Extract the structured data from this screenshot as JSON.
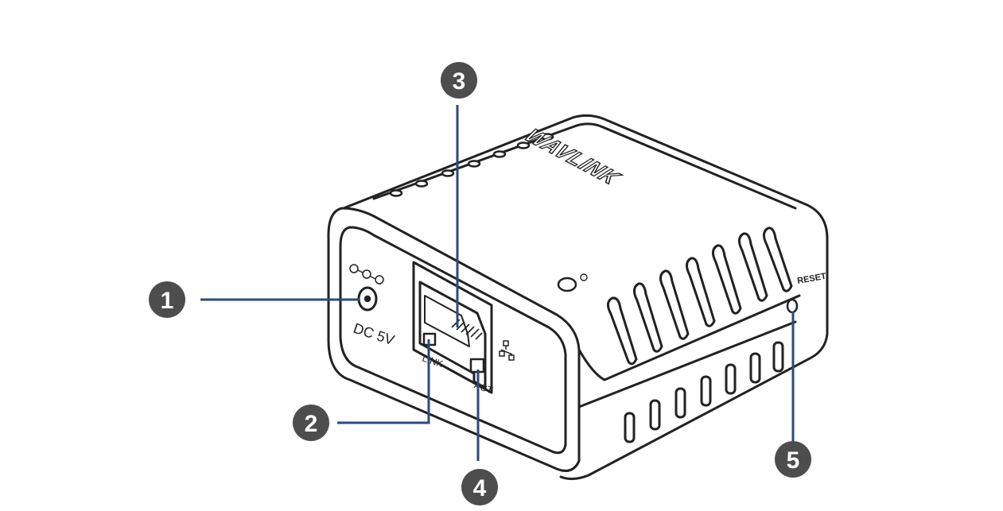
{
  "device": {
    "brand": "WAVLINK",
    "port_labels": {
      "dc_power": "DC 5V",
      "link": "LINK",
      "act": "ACT",
      "reset": "RESET"
    }
  },
  "callouts": [
    {
      "number": "1"
    },
    {
      "number": "2"
    },
    {
      "number": "3"
    },
    {
      "number": "4"
    },
    {
      "number": "5"
    }
  ],
  "colors": {
    "leader_line": "#2c4a7c",
    "badge_fill": "#4d4d4d",
    "outline": "#222222"
  }
}
